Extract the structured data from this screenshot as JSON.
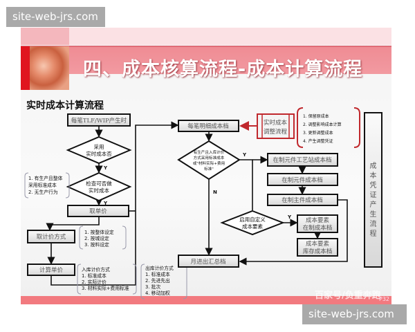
{
  "watermark": "site-web-jrs.com",
  "slide": {
    "title": "四、成本核算流程-成本计算流程",
    "subtitle": "实时成本计算流程",
    "footer_watermark": "百家号/负重奔跑",
    "page_number": "P32"
  },
  "flow": {
    "start": "每笔TLF/WIP产生时",
    "decision_realtime": [
      "采用",
      "实时成本否"
    ],
    "decision_check": [
      "检查可否做",
      "实时成本"
    ],
    "yes": "Y",
    "no": "N",
    "check_notes": [
      "1. 有生产且整体",
      "采用标准成本",
      "2. 无生产行为"
    ],
    "get_price": "取单价",
    "get_method": "取计价方式",
    "method_notes": [
      "1. 按整体设定",
      "2. 按城设定",
      "3. 按料设定"
    ],
    "calc_price": "计算单价",
    "in_notes": [
      "入库计价方式",
      "1. 标准成本",
      "2. 实际计价",
      "3. 材料实际+费用标准"
    ],
    "out_notes": [
      "出库计价方式",
      "1. 标准成本",
      "2. 先进先出",
      "3. 批次",
      "4. 移动加权"
    ],
    "detail_file": "每笔明细成本档",
    "adjust_flow": [
      "实时成本",
      "调整流程"
    ],
    "adjust_notes": [
      "1. 保留原成本",
      "2. 调整影响成本计算",
      "3. 更新调整成本",
      "4. 产生调整凭证"
    ],
    "voucher_flow": "成本凭证产生流程",
    "decision_production": [
      "有生产且入库计价",
      "方式采用标准成本",
      "或\"材料实际+费用",
      "标准\""
    ],
    "wip_station": "在制元件工艺站成本档",
    "wip_component": "在制元件成本档",
    "wip_main": "在制主件成本档",
    "decision_custom": [
      "启用自定义",
      "成本要素"
    ],
    "element_wip": [
      "成本要素",
      "在制成本档"
    ],
    "element_inv": [
      "成本要素",
      "库存成本档"
    ],
    "monthly_summary": "月进出汇总档"
  },
  "colors": {
    "accent_red": "#e0151f",
    "band": "#ef8c94",
    "adjust_red": "#c0282d"
  }
}
